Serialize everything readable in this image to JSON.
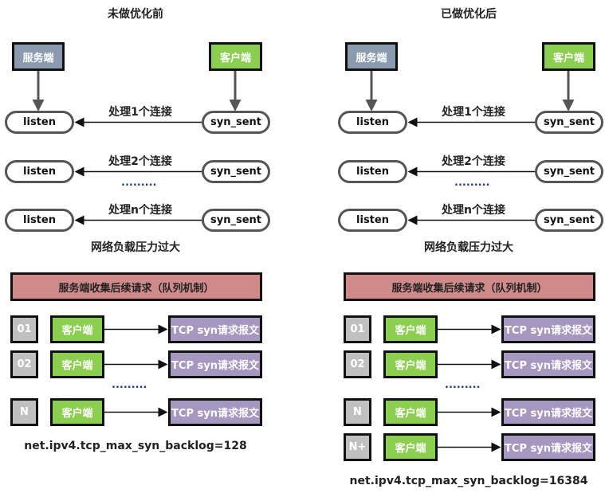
{
  "colors": {
    "server": "#8a9bb0",
    "client": "#8ccf50",
    "queue_banner": "#d08a8a",
    "number_box": "#c0c0c0",
    "packet": "#a597bf"
  },
  "panels": [
    {
      "title": "未做优化前",
      "server_label": "服务端",
      "client_label": "客户端",
      "connections": [
        {
          "server_state": "listen",
          "client_state": "syn_sent",
          "label": "处理1个连接"
        },
        {
          "server_state": "listen",
          "client_state": "syn_sent",
          "label": "处理2个连接"
        },
        {
          "server_state": "listen",
          "client_state": "syn_sent",
          "label": "处理n个连接"
        }
      ],
      "ellipsis": ".........",
      "load_note": "网络负载压力过大",
      "queue_title": "服务端收集后续请求（队列机制）",
      "queue_rows": [
        {
          "index": "01",
          "client": "客户端",
          "packet": "TCP syn请求报文"
        },
        {
          "index": "02",
          "client": "客户端",
          "packet": "TCP syn请求报文"
        },
        {
          "index": "N",
          "client": "客户端",
          "packet": "TCP syn请求报文"
        }
      ],
      "queue_ellipsis": ".........",
      "setting": "net.ipv4.tcp_max_syn_backlog=128"
    },
    {
      "title": "已做优化后",
      "server_label": "服务端",
      "client_label": "客户端",
      "connections": [
        {
          "server_state": "listen",
          "client_state": "syn_sent",
          "label": "处理1个连接"
        },
        {
          "server_state": "listen",
          "client_state": "syn_sent",
          "label": "处理2个连接"
        },
        {
          "server_state": "listen",
          "client_state": "syn_sent",
          "label": "处理n个连接"
        }
      ],
      "ellipsis": ".........",
      "load_note": "网络负载压力过大",
      "queue_title": "服务端收集后续请求（队列机制）",
      "queue_rows": [
        {
          "index": "01",
          "client": "客户端",
          "packet": "TCP syn请求报文"
        },
        {
          "index": "02",
          "client": "客户端",
          "packet": "TCP syn请求报文"
        },
        {
          "index": "N",
          "client": "客户端",
          "packet": "TCP syn请求报文"
        },
        {
          "index": "N+",
          "client": "客户端",
          "packet": "TCP syn请求报文"
        }
      ],
      "queue_ellipsis": ".........",
      "setting": "net.ipv4.tcp_max_syn_backlog=16384"
    }
  ]
}
